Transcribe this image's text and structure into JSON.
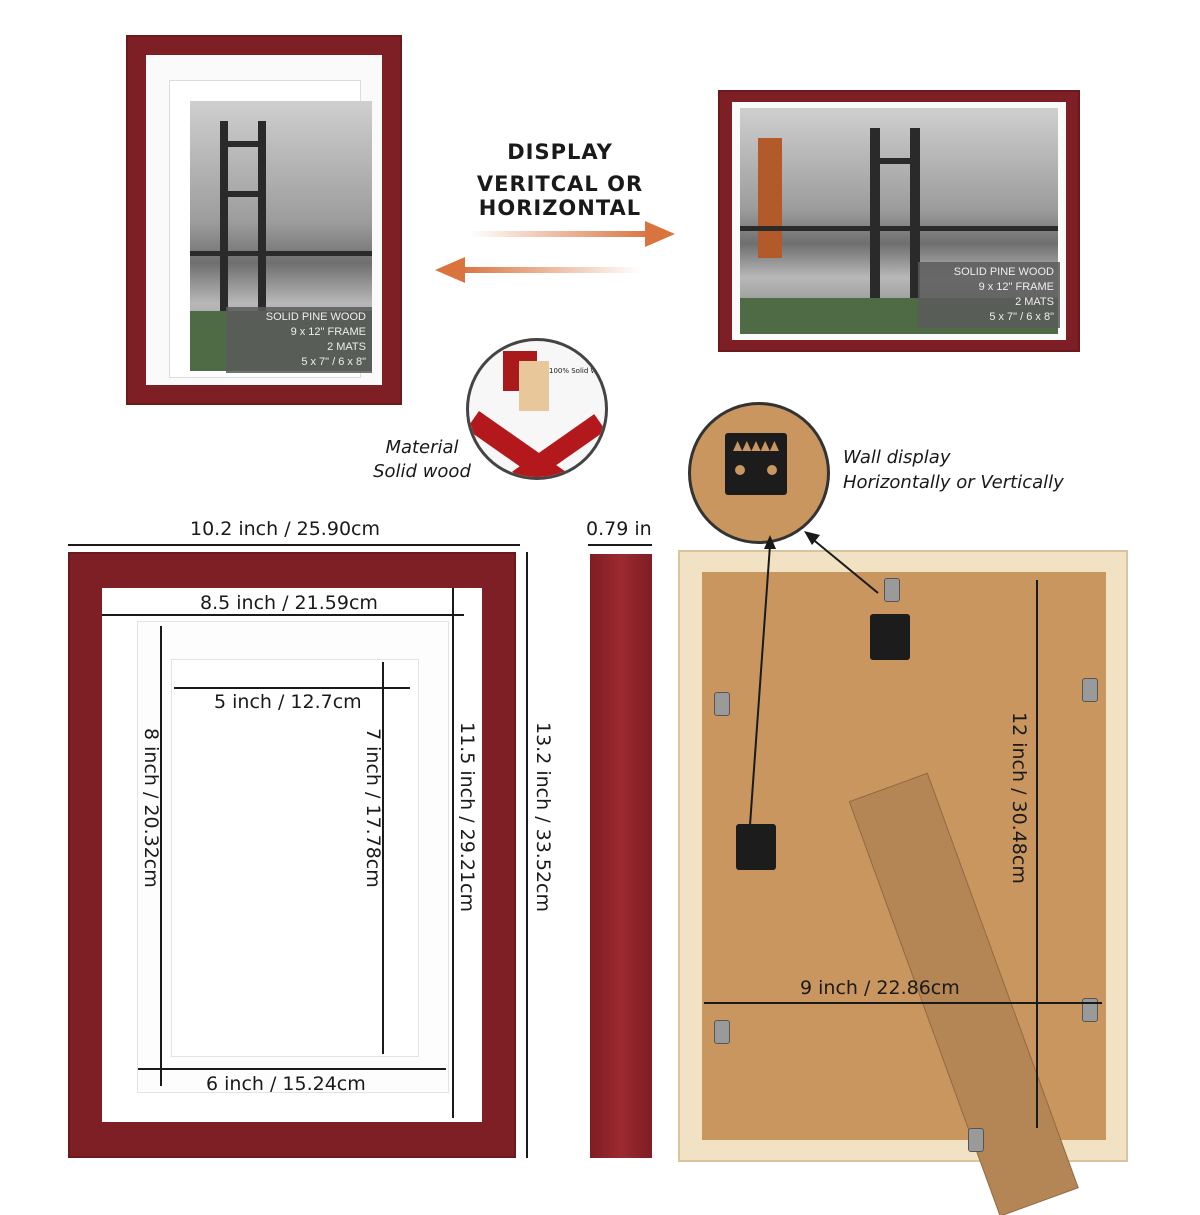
{
  "display": {
    "line1": "DISPLAY",
    "line2": "VERITCAL OR HORIZONTAL"
  },
  "badge": {
    "line1": "SOLID PINE WOOD",
    "line2": "9 x 12\" FRAME",
    "line3": "2 MATS",
    "line4": "5 x 7\" / 6 x 8\""
  },
  "material": {
    "line1": "Material",
    "line2": "Solid wood",
    "sample_label": "100% Solid Wo"
  },
  "wall": {
    "line1": "Wall display",
    "line2": "Horizontally or Vertically"
  },
  "dimensions": {
    "outer_width": "10.2 inch / 25.90cm",
    "mat_width": "8.5 inch / 21.59cm",
    "photo5_width": "5 inch / 12.7cm",
    "photo6_width": "6 inch / 15.24cm",
    "photo8_height": "8 inch / 20.32cm",
    "photo7_height": "7 inch / 17.78cm",
    "mat_height": "11.5 inch / 29.21cm",
    "outer_height": "13.2 inch / 33.52cm",
    "depth": "0.79 in",
    "back_height": "12 inch / 30.48cm",
    "back_width": "9 inch / 22.86cm"
  },
  "colors": {
    "frame": "#7d1f24",
    "arrow": "#d9743f",
    "back_board": "#c9965f",
    "natural_wood": "#f2e2c4"
  }
}
